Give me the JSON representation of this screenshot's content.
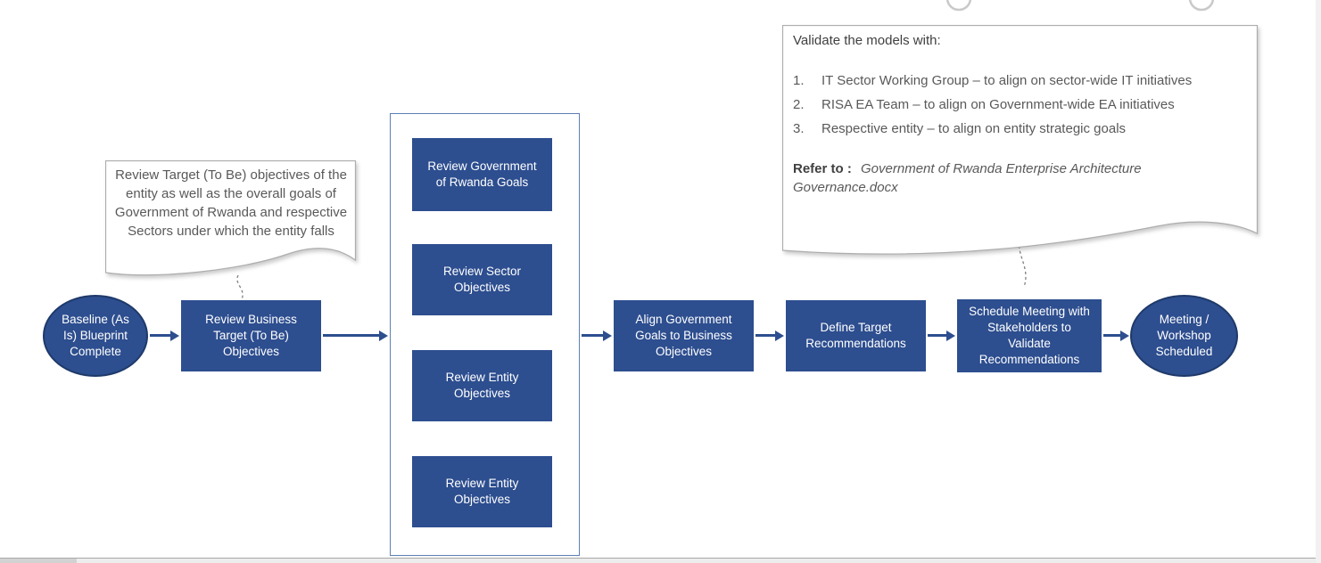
{
  "colors": {
    "shape_fill": "#2d4e8f",
    "shape_border": "#1e3a69",
    "arrow": "#2d4e8f",
    "callout_text": "#595959"
  },
  "flow": {
    "start": "Baseline (As Is) Blueprint Complete",
    "review_business": "Review Business Target (To Be) Objectives",
    "group_items": [
      "Review Government of Rwanda Goals",
      "Review Sector Objectives",
      "Review Entity Objectives",
      "Review Entity Objectives"
    ],
    "align": "Align Government Goals to Business Objectives",
    "define": "Define Target Recommendations",
    "schedule": "Schedule Meeting with Stakeholders to Validate Recommendations",
    "end": "Meeting / Workshop Scheduled"
  },
  "callout_left": {
    "text": "Review Target (To Be) objectives of the entity as well as the overall goals of Government of Rwanda and respective Sectors under which the entity falls"
  },
  "callout_right": {
    "intro": "Validate the models with:",
    "items": [
      {
        "num": "1.",
        "text": "IT Sector Working Group – to align on sector-wide IT initiatives"
      },
      {
        "num": "2.",
        "text": "RISA EA Team – to align on Government-wide EA initiatives"
      },
      {
        "num": "3.",
        "text": "Respective entity – to align on entity strategic goals"
      }
    ],
    "refer_label": "Refer to :",
    "refer_doc": "Government of Rwanda Enterprise Architecture Governance.docx"
  }
}
